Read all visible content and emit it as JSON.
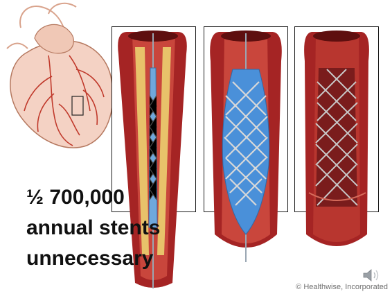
{
  "slide": {
    "headline_lines": [
      "½ 700,000",
      "annual stents",
      "unnecessary"
    ],
    "credit": "© Healthwise, Incorporated"
  },
  "illustration": {
    "heart": "heart-icon",
    "panels": [
      "stent-placement-icon",
      "balloon-inflation-icon",
      "expanded-stent-icon"
    ],
    "colors": {
      "artery_outer": "#9a1b1b",
      "artery_inner": "#c0392b",
      "plaque": "#e8c26a",
      "balloon": "#4a90d9",
      "stent": "#c8c8c8"
    }
  },
  "controls": {
    "audio": "speaker-icon"
  }
}
